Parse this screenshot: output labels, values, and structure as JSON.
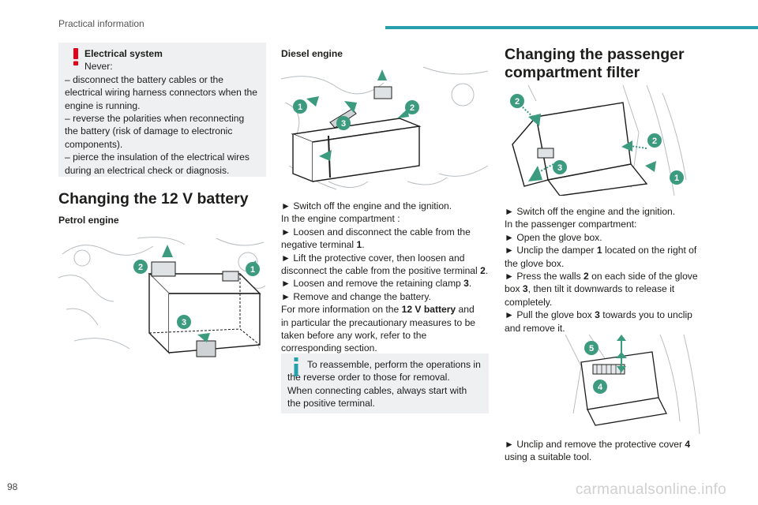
{
  "header": {
    "section": "Practical information"
  },
  "page_number": "98",
  "watermark": "carmanualsonline.info",
  "warning_box": {
    "title": "Electrical system",
    "lines": [
      "Never:",
      "– disconnect the battery cables or the electrical wiring harness connectors when the engine is running.",
      "– reverse the polarities when reconnecting the battery (risk of damage to electronic components).",
      "– pierce the insulation of the electrical wires during an electrical check or diagnosis."
    ]
  },
  "battery_section": {
    "title": "Changing the 12 V battery",
    "petrol_heading": "Petrol engine",
    "diesel_heading": "Diesel engine",
    "petrol_callouts": [
      "1",
      "2",
      "3"
    ],
    "diesel_callouts": [
      "1",
      "2",
      "3"
    ],
    "steps": [
      {
        "pre": "► Switch off the engine and the ignition."
      },
      {
        "pre": "In the engine compartment :"
      },
      {
        "pre": "► Loosen and disconnect the cable from the negative terminal ",
        "bold": "1",
        "post": "."
      },
      {
        "pre": "► Lift the protective cover, then loosen and disconnect the cable from the positive terminal ",
        "bold": "2",
        "post": "."
      },
      {
        "pre": "► Loosen and remove the retaining clamp ",
        "bold": "3",
        "post": "."
      },
      {
        "pre": "► Remove and change the battery."
      },
      {
        "pre": "For more information on the ",
        "bold": "12 V battery",
        "post": " and in particular the precautionary measures to be taken before any work, refer to the corresponding section."
      }
    ],
    "info_box": {
      "line1": "To reassemble, perform the operations in the reverse order to those for removal.",
      "line2": "When connecting cables, always start with the positive terminal."
    }
  },
  "filter_section": {
    "title": "Changing the passenger compartment filter",
    "fig1_callouts": [
      "2",
      "2",
      "3",
      "1"
    ],
    "fig2_callouts": [
      "5",
      "4"
    ],
    "steps": [
      {
        "pre": "► Switch off the engine and the ignition."
      },
      {
        "pre": "In the passenger compartment:"
      },
      {
        "pre": "► Open the glove box."
      },
      {
        "pre": "► Unclip the damper ",
        "bold": "1",
        "post": " located on the right of the glove box."
      },
      {
        "pre": "► Press the walls ",
        "bold": "2",
        "post": " on each side of the glove box ",
        "bold2": "3",
        "post2": ", then tilt it downwards to release it completely."
      },
      {
        "pre": "► Pull the glove box ",
        "bold": "3",
        "post": " towards you to unclip and remove it."
      }
    ],
    "steps2": [
      {
        "pre": "► Unclip and remove the protective cover ",
        "bold": "4",
        "post": " using a suitable tool."
      }
    ]
  },
  "colors": {
    "accent": "#26a0ad",
    "warning": "#e2001a",
    "callout": "#3c9b7e",
    "box_bg": "#eef0f2"
  }
}
